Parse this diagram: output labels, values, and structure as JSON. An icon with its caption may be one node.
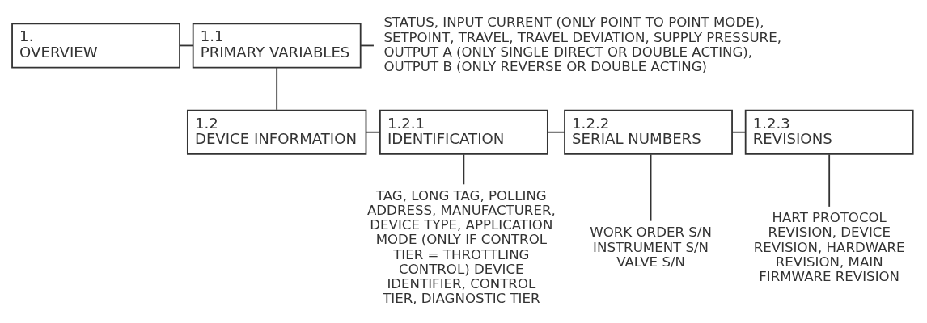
{
  "diagram": {
    "nodes": [
      {
        "text": [
          "1.",
          "OVERVIEW"
        ]
      },
      {
        "text": [
          "1.1",
          "PRIMARY VARIABLES"
        ]
      },
      {
        "text": [
          "STATUS, INPUT CURRENT (ONLY POINT TO POINT MODE), SETPOINT, TRAVEL, TRAVEL DEVIATION, SUPPLY PRESSURE, OUTPUT A (ONLY SINGLE DIRECT OR DOUBLE ACTING), OUTPUT B (ONLY REVERSE OR DOUBLE ACTING)"
        ]
      },
      {
        "text": [
          "1.2",
          "DEVICE INFORMATION"
        ]
      },
      {
        "text": [
          "1.2.1",
          "IDENTIFICATION"
        ]
      },
      {
        "text": [
          "1.2.2",
          "SERIAL NUMBERS"
        ]
      },
      {
        "text": [
          "1.2.3",
          "REVISIONS"
        ]
      },
      {
        "text": [
          "TAG, LONG TAG, POLLING ADDRESS, MANUFACTURER, DEVICE TYPE, APPLICATION MODE (ONLY IF CONTROL TIER = THROTTLING CONTROL) DEVICE IDENTIFIER, CONTROL TIER, DIAGNOSTIC TIER"
        ]
      },
      {
        "text": [
          "WORK ORDER S/N INSTRUMENT S/N VALVE S/N"
        ]
      },
      {
        "text": [
          "HART PROTOCOL REVISION, DEVICE REVISION, HARDWARE REVISION, MAIN FIRMWARE REVISION"
        ]
      }
    ],
    "edges": [
      {
        "from": 0,
        "to": 1,
        "arrow": "none"
      },
      {
        "from": 1,
        "to": 2,
        "arrow": "none"
      },
      {
        "from": 1,
        "to": 3,
        "arrow": "none"
      },
      {
        "from": 3,
        "to": 4,
        "arrow": "none"
      },
      {
        "from": 4,
        "to": 5,
        "arrow": "none"
      },
      {
        "from": 5,
        "to": 6,
        "arrow": "none"
      },
      {
        "from": 4,
        "to": 7,
        "arrow": "none"
      },
      {
        "from": 5,
        "to": 8,
        "arrow": "none"
      },
      {
        "from": 6,
        "to": 9,
        "arrow": "none"
      }
    ]
  }
}
